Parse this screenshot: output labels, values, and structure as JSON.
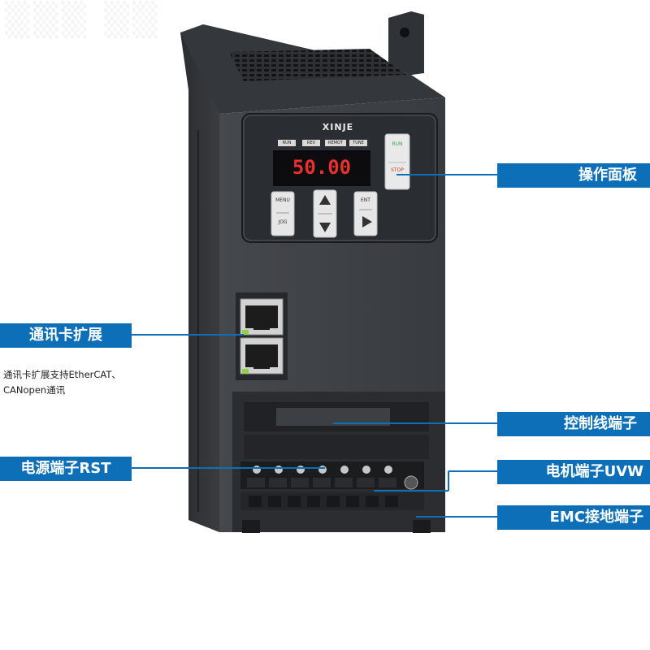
{
  "brand": "XINJE",
  "display": {
    "reading": "50.00",
    "indicators": [
      "RUN",
      "REV",
      "REMOT",
      "TUNE"
    ]
  },
  "keys": {
    "menu_top": "MENU",
    "menu_bottom": "JOG",
    "enter": "ENT",
    "run": "RUN",
    "stop": "STOP"
  },
  "callouts": {
    "panel": "操作面板",
    "comm": "通讯卡扩展",
    "control": "控制线端子",
    "power": "电源端子RST",
    "motor": "电机端子UVW",
    "emc": "EMC接地端子"
  },
  "note_lines": [
    "通讯卡扩展支持EtherCAT、",
    "CANopen通讯"
  ],
  "colors": {
    "accent": "#0d6fb8",
    "body": "#3b3e42",
    "digits": "#e8302f"
  }
}
